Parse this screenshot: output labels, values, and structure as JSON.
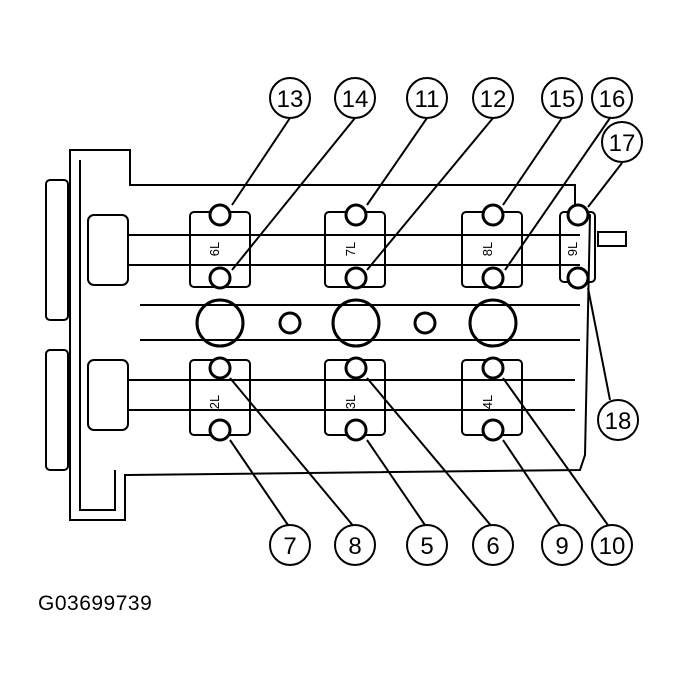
{
  "figure_code": "G03699739",
  "callouts": [
    "13",
    "14",
    "11",
    "12",
    "15",
    "16",
    "17",
    "7",
    "8",
    "5",
    "6",
    "9",
    "10",
    "18"
  ],
  "cap_labels": [
    "6L",
    "7L",
    "8L",
    "9L",
    "2L",
    "3L",
    "4L"
  ],
  "colors": {
    "ink": "#000000",
    "paper": "#ffffff"
  }
}
